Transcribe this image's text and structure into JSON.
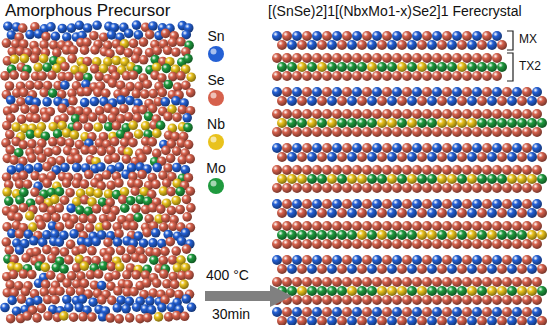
{
  "diagram": {
    "labels": [
      "Amorphous Precursor",
      "[(SnSe)2]1[(NbxMo1-x)Se2]1 Ferecrystal",
      "MX",
      "TX2",
      "400 °C",
      "30min"
    ],
    "legend": [
      {
        "text": "Sn",
        "color": "#2460d4"
      },
      {
        "text": "Se",
        "color": "#d6614c"
      },
      {
        "text": "Nb",
        "color": "#e9c21c"
      },
      {
        "text": "Mo",
        "color": "#1f9a3e"
      }
    ]
  }
}
